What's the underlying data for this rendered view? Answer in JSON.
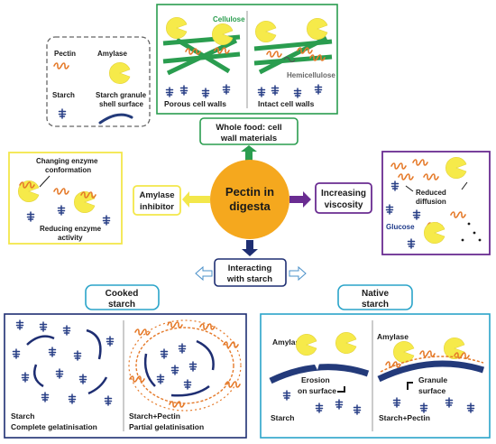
{
  "center": {
    "line1": "Pectin in",
    "line2": "digesta"
  },
  "legend": {
    "pectin": "Pectin",
    "amylase": "Amylase",
    "starch": "Starch",
    "granule_line1": "Starch granule",
    "granule_line2": "shell surface"
  },
  "whole_food": {
    "label_line1": "Whole food: cell",
    "label_line2": "wall materials",
    "cellulose": "Cellulose",
    "hemicellulose": "Hemicellulose",
    "porous": "Porous cell walls",
    "intact": "Intact cell walls"
  },
  "inhibitor": {
    "label_line1": "Amylase",
    "label_line2": "inhibitor",
    "changing_line1": "Changing enzyme",
    "changing_line2": "conformation",
    "reducing_line1": "Reducing enzyme",
    "reducing_line2": "activity"
  },
  "viscosity": {
    "label_line1": "Increasing",
    "label_line2": "viscosity",
    "reduced_line1": "Reduced",
    "reduced_line2": "diffusion",
    "glucose": "Glucose"
  },
  "interacting": {
    "label_line1": "Interacting",
    "label_line2": "with starch"
  },
  "cooked": {
    "label_line1": "Cooked",
    "label_line2": "starch",
    "left_line1": "Starch",
    "left_line2": "Complete gelatinisation",
    "right_line1": "Starch+Pectin",
    "right_line2": "Partial gelatinisation"
  },
  "native": {
    "label_line1": "Native",
    "label_line2": "starch",
    "amylase_left": "Amylase",
    "amylase_right": "Amylase",
    "erosion_line1": "Erosion",
    "erosion_line2": "on surface",
    "granule_line1": "Granule",
    "granule_line2": "surface",
    "starch": "Starch",
    "starch_pectin": "Starch+Pectin"
  },
  "colors": {
    "center": "#f5a81e",
    "green": "#2a9d4f",
    "yellow": "#f3e74a",
    "purple": "#6a2c91",
    "navy": "#1e2e72",
    "teal": "#2aa4c9",
    "pectin": "#e57a2a",
    "amylase": "#f6ea4a",
    "granule": "#233a7a"
  },
  "icons": [
    "amylase-icon",
    "pectin-icon",
    "starch-icon",
    "arrow-icon"
  ]
}
